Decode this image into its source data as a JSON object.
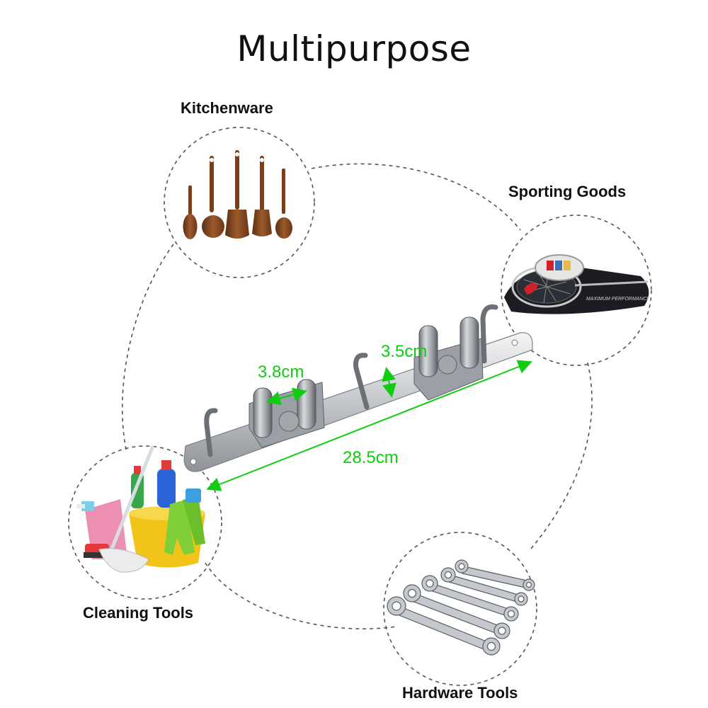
{
  "title": "Multipurpose",
  "categories": {
    "kitchenware": "Kitchenware",
    "sporting_goods": "Sporting Goods",
    "cleaning_tools": "Cleaning Tools",
    "hardware_tools": "Hardware Tools"
  },
  "dimensions": {
    "length": "28.5cm",
    "clip_gap": "3.8cm",
    "clip_height": "3.5cm"
  },
  "racket_text": "MAXIMUM PERFORMANCE",
  "colors": {
    "dimension": "#11cc11",
    "wood": "#8a4b22",
    "steel": "#b8bcc0",
    "bucket": "#f2c419",
    "glove": "#7fcf3a",
    "racket_bag": "#1b1d22"
  }
}
